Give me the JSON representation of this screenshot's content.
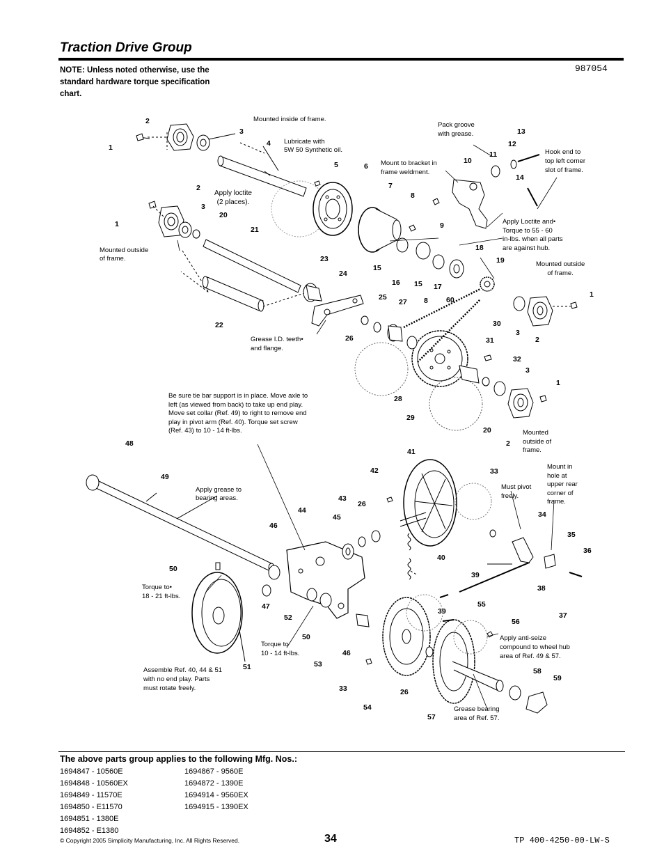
{
  "page": {
    "title": "Traction Drive Group",
    "note": "NOTE: Unless noted otherwise, use the standard hardware torque specification chart.",
    "doc_number": "987054",
    "applies_heading": "The above parts group applies to the following Mfg. Nos.:",
    "mfg_col1": [
      "1694847 - 10560E",
      "1694848 - 10560EX",
      "1694849 - 11570E",
      "1694850 - E11570",
      "1694851 - 1380E",
      "1694852 - E1380"
    ],
    "mfg_col2": [
      "1694867 - 9560E",
      "1694872 - 1390E",
      "1694914 - 9560EX",
      "1694915 - 1390EX"
    ],
    "copyright": "© Copyright 2005 Simplicity Manufacturing, Inc. All Rights Reserved.",
    "page_number": "34",
    "tp_number": "TP 400-4250-00-LW-S"
  },
  "callouts": {
    "mounted_inside": "Mounted inside of frame.",
    "lubricate": [
      "Lubricate with",
      "5W 50 Synthetic oil."
    ],
    "apply_loctite_2": [
      "Apply loctite",
      "(2 places)."
    ],
    "mounted_outside_left": [
      "Mounted outside",
      "of frame."
    ],
    "pack_groove": [
      "Pack groove",
      "with grease."
    ],
    "mount_bracket": [
      "Mount to bracket in",
      "frame weldment."
    ],
    "hook_end": [
      "Hook end to",
      "top left corner",
      "slot of frame."
    ],
    "loctite_torque": [
      "Apply Loctite and•",
      "Torque to 55 - 60",
      "in-lbs. when all parts",
      "are against hub."
    ],
    "mounted_outside_right": [
      "Mounted outside",
      "of frame."
    ],
    "grease_teeth": [
      "Grease I.D. teeth•",
      "and flange."
    ],
    "be_sure": [
      "Be sure tie bar support is in place. Move axle to",
      "left (as viewed from back) to take up end play.",
      "Move set collar (Ref. 49) to right to remove end",
      "play in pivot arm (Ref. 40). Torque set screw",
      "(Ref. 43) to 10 - 14 ft-lbs."
    ],
    "mounted_outside_bottom": [
      "Mounted",
      "outside of",
      "frame."
    ],
    "apply_grease_bearing": [
      "Apply grease to",
      "bearing areas."
    ],
    "mount_in_hole": [
      "Mount in",
      "hole at",
      "upper rear",
      "corner of",
      "frame."
    ],
    "must_pivot": [
      "Must pivot",
      "freely."
    ],
    "torque_18": [
      "Torque to•",
      "18 - 21 ft-lbs."
    ],
    "torque_10": [
      "Torque to",
      "10 - 14 ft-lbs."
    ],
    "assemble": [
      "Assemble Ref. 40, 44 & 51",
      "with no end play. Parts",
      "must rotate freely."
    ],
    "anti_seize": [
      "Apply anti-seize",
      "compound to wheel hub",
      "area of Ref. 49 & 57."
    ],
    "grease_bearing_57": [
      "Grease bearing",
      "area of Ref. 57."
    ]
  },
  "part_numbers": [
    "1",
    "2",
    "3",
    "4",
    "5",
    "6",
    "7",
    "8",
    "9",
    "10",
    "11",
    "12",
    "13",
    "14",
    "15",
    "16",
    "17",
    "18",
    "19",
    "20",
    "21",
    "22",
    "23",
    "24",
    "25",
    "26",
    "27",
    "28",
    "29",
    "30",
    "31",
    "32",
    "33",
    "34",
    "35",
    "36",
    "37",
    "38",
    "39",
    "40",
    "41",
    "42",
    "43",
    "44",
    "45",
    "46",
    "47",
    "48",
    "49",
    "50",
    "51",
    "52",
    "53",
    "54",
    "55",
    "56",
    "57",
    "58",
    "59",
    "60"
  ]
}
